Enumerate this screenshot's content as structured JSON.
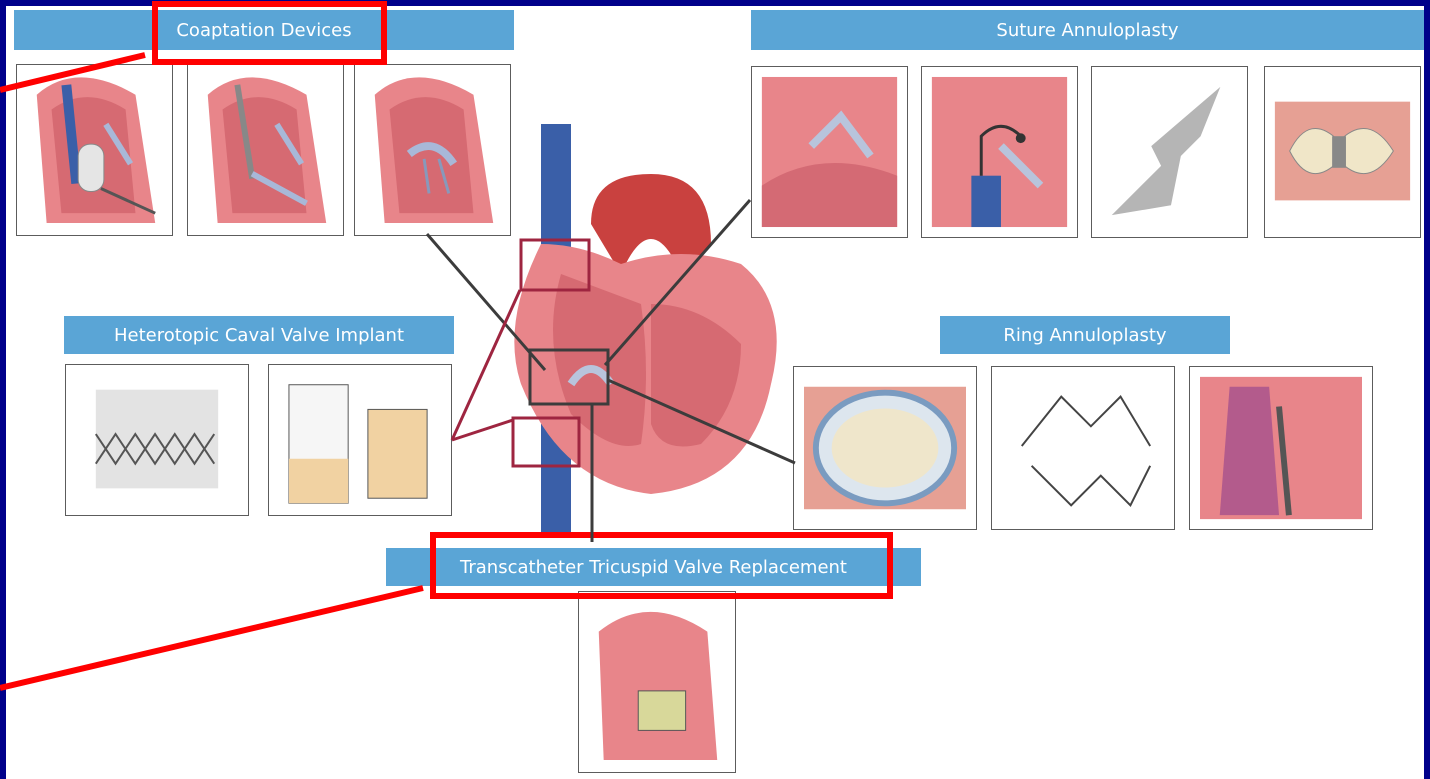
{
  "sections": {
    "coaptation": {
      "title": "Coaptation Devices"
    },
    "suture": {
      "title": "Suture Annuloplasty"
    },
    "caval": {
      "title": "Heterotopic Caval Valve Implant"
    },
    "ring": {
      "title": "Ring Annuloplasty"
    },
    "replacement": {
      "title": "Transcatheter Tricuspid Valve Replacement"
    }
  },
  "colors": {
    "background": "#00008a",
    "label_fill": "#5aa5d6",
    "highlight": "#ff0000",
    "myocardium": "#e8858a",
    "vein": "#3a5fa8",
    "aorta": "#c9413f",
    "connector": "#3c3c3c",
    "callout_box": "#9e2540"
  }
}
